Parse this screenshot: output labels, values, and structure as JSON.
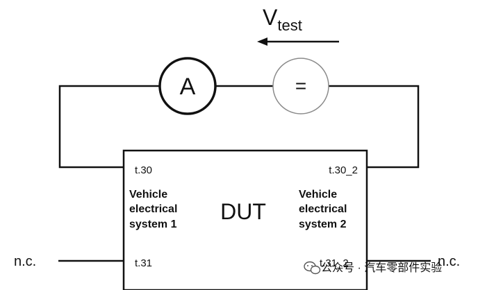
{
  "voltage": {
    "symbol": "V",
    "subscript": "test"
  },
  "ammeter": {
    "label": "A"
  },
  "voltage_source": {
    "label": "="
  },
  "dut": {
    "title": "DUT",
    "terminal_top_left": "t.30",
    "terminal_top_right": "t.30_2",
    "terminal_bottom_left": "t.31",
    "terminal_bottom_right": "t.31_2",
    "system_left": [
      "Vehicle",
      "electrical",
      "system 1"
    ],
    "system_right": [
      "Vehicle",
      "electrical",
      "system 2"
    ]
  },
  "nc_left": "n.c.",
  "nc_right": "n.c.",
  "watermark": "公众号 · 汽车零部件实验",
  "colors": {
    "line": "#111111",
    "source_stroke": "#8a8a8a",
    "watermark_text": "#333333"
  }
}
